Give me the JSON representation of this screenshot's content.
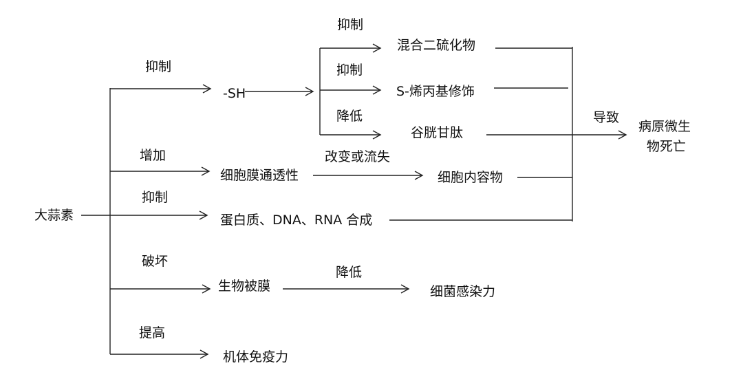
{
  "root": "大蒜素",
  "actions": {
    "inhibit": "抑制",
    "increase": "增加",
    "inhibit2": "抑制",
    "destroy": "破坏",
    "improve": "提高"
  },
  "targets": {
    "sh": "-SH",
    "membrane": "细胞膜通透性",
    "synthesis": "蛋白质、DNA、RNA 合成",
    "biofilm": "生物被膜",
    "immunity": "机体免疫力"
  },
  "sh_branch": {
    "inhibit_a": "抑制",
    "mixed_disulfide": "混合二硫化物",
    "inhibit_b": "抑制",
    "s_allyl": "S-烯丙基修饰",
    "reduce": "降低",
    "glutathione": "谷胱甘肽"
  },
  "membrane_branch": {
    "change": "改变或流失",
    "contents": "细胞内容物"
  },
  "biofilm_branch": {
    "reduce": "降低",
    "infectivity": "细菌感染力"
  },
  "result": {
    "cause": "导致",
    "line1": "病原微生",
    "line2": "物死亡"
  },
  "colors": {
    "line": "#222222",
    "text": "#111111",
    "background": "#ffffff"
  }
}
